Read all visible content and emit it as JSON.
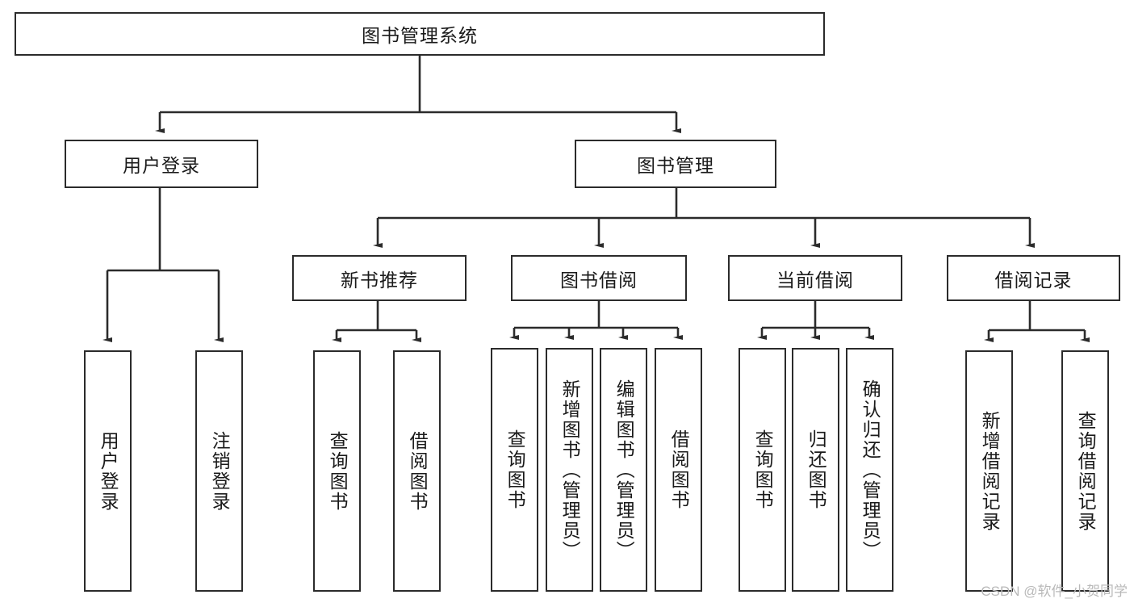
{
  "diagram": {
    "type": "hierarchy-tree",
    "title": "图书管理系统",
    "watermark": "CSDN @软件_小贺同学",
    "colors": {
      "border": "#2b2b2b",
      "background": "#ffffff",
      "text": "#1a1a1a",
      "watermark": "#b9b9b9"
    },
    "root": {
      "label": "图书管理系统"
    },
    "level2": [
      {
        "label": "用户登录"
      },
      {
        "label": "图书管理"
      }
    ],
    "level3": [
      {
        "label": "新书推荐"
      },
      {
        "label": "图书借阅"
      },
      {
        "label": "当前借阅"
      },
      {
        "label": "借阅记录"
      }
    ],
    "leaves": {
      "user_login": [
        {
          "label": "用户登录"
        },
        {
          "label": "注销登录"
        }
      ],
      "new_book_recommend": [
        {
          "label": "查询图书"
        },
        {
          "label": "借阅图书"
        }
      ],
      "book_borrow": [
        {
          "label": "查询图书"
        },
        {
          "label": "新增图书（管理员）"
        },
        {
          "label": "编辑图书（管理员）"
        },
        {
          "label": "借阅图书"
        }
      ],
      "current_borrow": [
        {
          "label": "查询图书"
        },
        {
          "label": "归还图书"
        },
        {
          "label": "确认归还（管理员）"
        }
      ],
      "borrow_record": [
        {
          "label": "新增借阅记录"
        },
        {
          "label": "查询借阅记录"
        }
      ]
    }
  }
}
